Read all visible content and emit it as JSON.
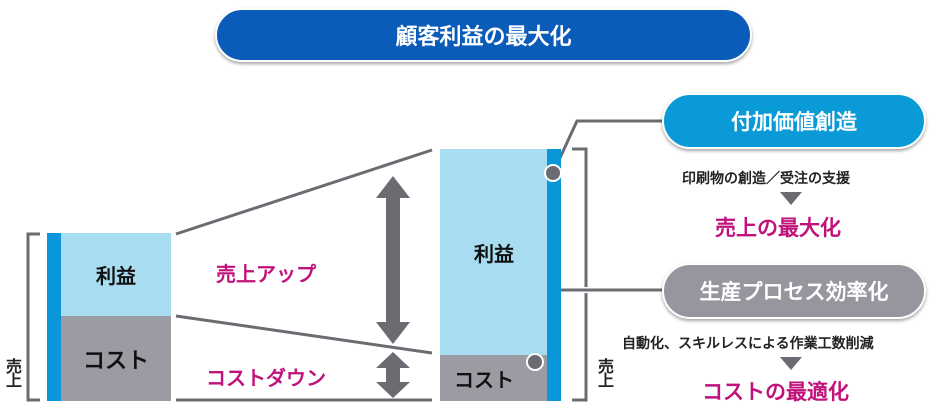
{
  "title": "顧客利益の最大化",
  "before": {
    "profit": "利益",
    "cost": "コスト",
    "sales": "売上"
  },
  "after": {
    "profit": "利益",
    "cost": "コスト",
    "sales": "売上"
  },
  "middle": {
    "sales_up": "売上アップ",
    "cost_down": "コストダウン"
  },
  "value_creation": {
    "label": "付加価値創造",
    "detail": "印刷物の創造／受注の支援",
    "result": "売上の最大化"
  },
  "efficiency": {
    "label": "生産プロセス効率化",
    "detail": "自動化、スキルレスによる作業工数削減",
    "result": "コストの最適化"
  },
  "colors": {
    "title_blue": "#0a5cb8",
    "pill_blue": "#0a9ad8",
    "pill_gray": "#96979e",
    "profit": "#a8dcf0",
    "cost": "#9b9ca3",
    "strip": "#0a96d8",
    "magenta": "#c0127a",
    "line": "#6b6c72"
  }
}
